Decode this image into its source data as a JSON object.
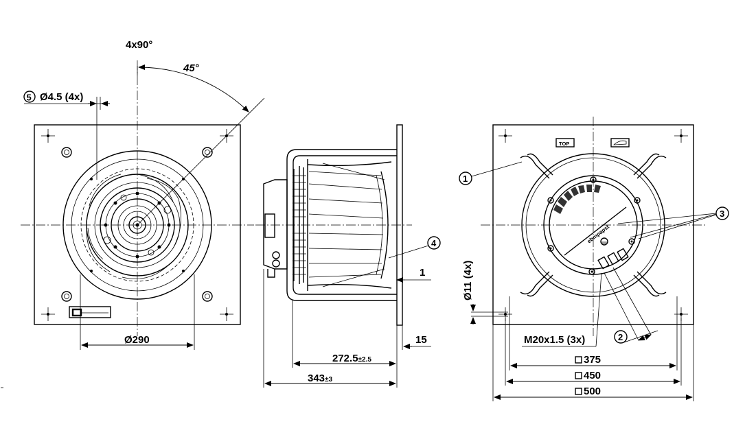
{
  "labels": {
    "angle_total": "4x90°",
    "angle_45": "45°",
    "hole_callout": "Ø4.5 (4x)",
    "hole_callout_num": "5",
    "diameter_290": "Ø290",
    "dim_272": "272.5",
    "dim_272_tol": "±2.5",
    "dim_343": "343",
    "dim_343_tol": "±3",
    "dim_15": "15",
    "dim_1": "1",
    "callout_4": "4",
    "callout_1": "1",
    "callout_2": "2",
    "callout_3": "3",
    "dim_11": "Ø11 (4x)",
    "thread": "M20x1.5 (3x)",
    "sq_375": "375",
    "sq_450": "450",
    "sq_500": "500",
    "top_label": "TOP",
    "brand": "ebmpapst"
  }
}
